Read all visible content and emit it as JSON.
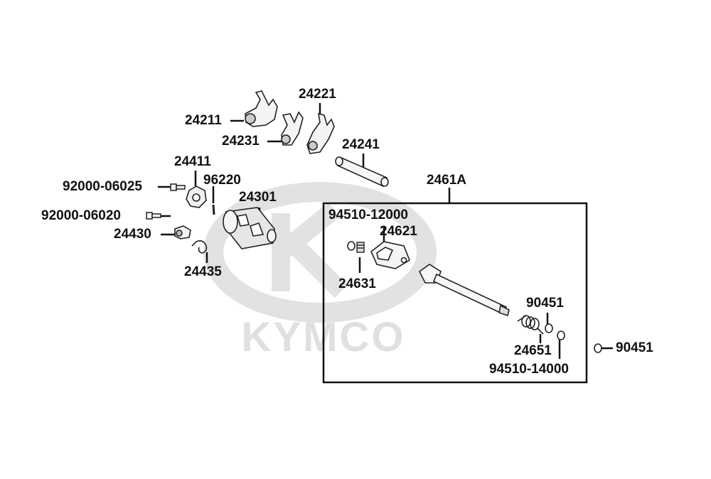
{
  "watermark": {
    "brand": "KYMCO",
    "color": "#dcdcdc"
  },
  "group_box": {
    "label": "2461A"
  },
  "parts": {
    "p24211": "24211",
    "p24221": "24221",
    "p24231": "24231",
    "p24241": "24241",
    "p24411": "24411",
    "p92000_06025": "92000-06025",
    "p96220": "96220",
    "p24301": "24301",
    "p92000_06020": "92000-06020",
    "p24430": "24430",
    "p24435": "24435",
    "p94510_12000": "94510-12000",
    "p24621": "24621",
    "p24631": "24631",
    "p90451_in": "90451",
    "p24651": "24651",
    "p94510_14000": "94510-14000",
    "p90451_out": "90451"
  }
}
